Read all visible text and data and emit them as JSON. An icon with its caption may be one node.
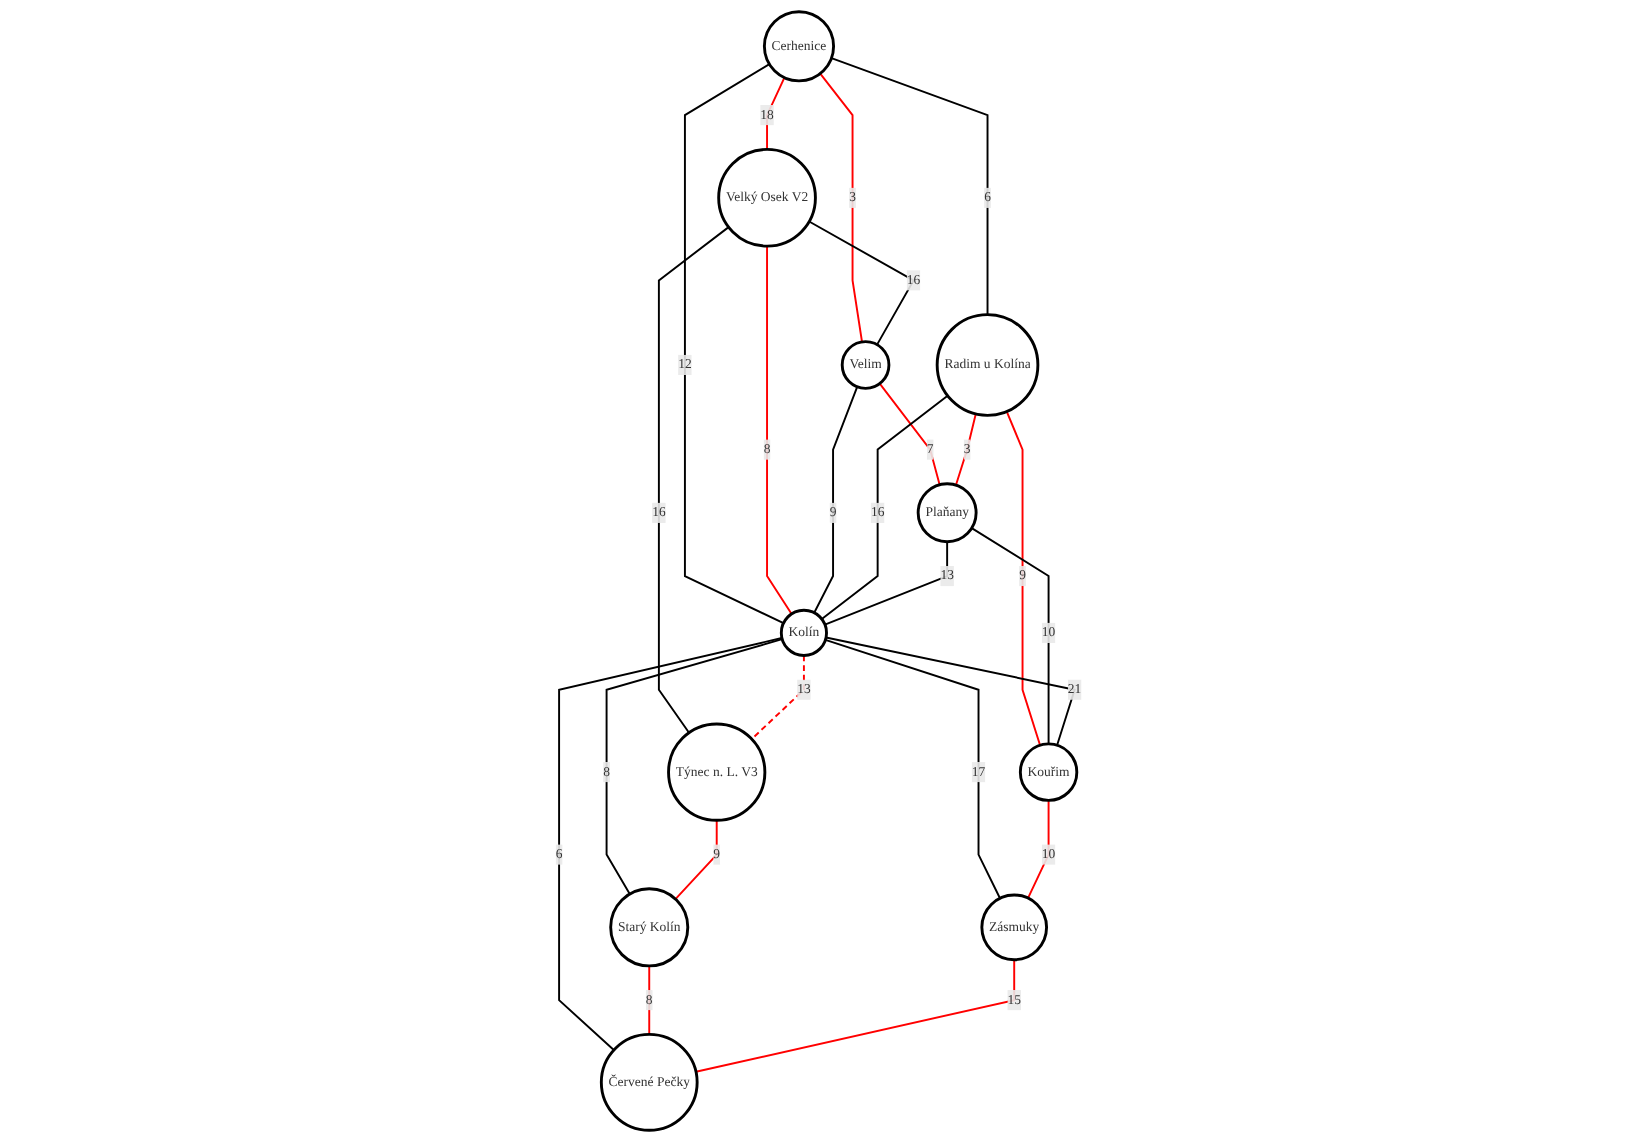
{
  "diagram": {
    "nodes": [
      {
        "text": [
          "Cerhenice"
        ]
      },
      {
        "text": [
          "Velký Osek V2"
        ]
      },
      {
        "text": [
          "Velim"
        ]
      },
      {
        "text": [
          "Radim u Kolína"
        ]
      },
      {
        "text": [
          "Týnec n. L. V3"
        ]
      },
      {
        "text": [
          "Plaňany"
        ]
      },
      {
        "text": [
          "Kolín"
        ]
      },
      {
        "text": [
          "Starý Kolín"
        ]
      },
      {
        "text": [
          "Kouřim"
        ]
      },
      {
        "text": [
          "Zásmuky"
        ]
      },
      {
        "text": [
          "Červené Pečky"
        ]
      }
    ],
    "edges": [
      {
        "from": 0,
        "to": 1,
        "arrow": "none",
        "label": "18",
        "color": "#ff0000"
      },
      {
        "from": 0,
        "to": 2,
        "arrow": "none",
        "label": "3",
        "color": "#ff0000"
      },
      {
        "from": 0,
        "to": 3,
        "arrow": "none",
        "label": "6"
      },
      {
        "from": 0,
        "to": 6,
        "arrow": "none",
        "label": "12"
      },
      {
        "from": 1,
        "to": 2,
        "arrow": "none",
        "label": "16"
      },
      {
        "from": 1,
        "to": 6,
        "arrow": "none",
        "label": "8",
        "color": "#ff0000"
      },
      {
        "from": 1,
        "to": 4,
        "arrow": "none",
        "label": "16"
      },
      {
        "from": 2,
        "to": 5,
        "arrow": "none",
        "label": "7",
        "color": "#ff0000"
      },
      {
        "from": 2,
        "to": 6,
        "arrow": "none",
        "label": "9"
      },
      {
        "from": 3,
        "to": 5,
        "arrow": "none",
        "label": "3",
        "color": "#ff0000"
      },
      {
        "from": 3,
        "to": 6,
        "arrow": "none",
        "label": "16"
      },
      {
        "from": 3,
        "to": 8,
        "arrow": "none",
        "label": "9",
        "color": "#ff0000"
      },
      {
        "from": 5,
        "to": 6,
        "arrow": "none",
        "label": "13"
      },
      {
        "from": 5,
        "to": 8,
        "arrow": "none",
        "label": "10"
      },
      {
        "from": 6,
        "to": 4,
        "arrow": "none",
        "label": "13",
        "style": "dashed",
        "color": "#ff0000"
      },
      {
        "from": 6,
        "to": 8,
        "arrow": "none",
        "label": "21"
      },
      {
        "from": 6,
        "to": 9,
        "arrow": "none",
        "label": "17"
      },
      {
        "from": 6,
        "to": 10,
        "arrow": "none",
        "label": "6"
      },
      {
        "from": 6,
        "to": 7,
        "arrow": "none",
        "label": "8"
      },
      {
        "from": 4,
        "to": 7,
        "arrow": "none",
        "label": "9",
        "color": "#ff0000"
      },
      {
        "from": 7,
        "to": 10,
        "arrow": "none",
        "label": "8",
        "color": "#ff0000"
      },
      {
        "from": 8,
        "to": 9,
        "arrow": "none",
        "label": "10",
        "color": "#ff0000"
      },
      {
        "from": 9,
        "to": 10,
        "arrow": "none",
        "label": "15",
        "color": "#ff0000"
      }
    ]
  }
}
